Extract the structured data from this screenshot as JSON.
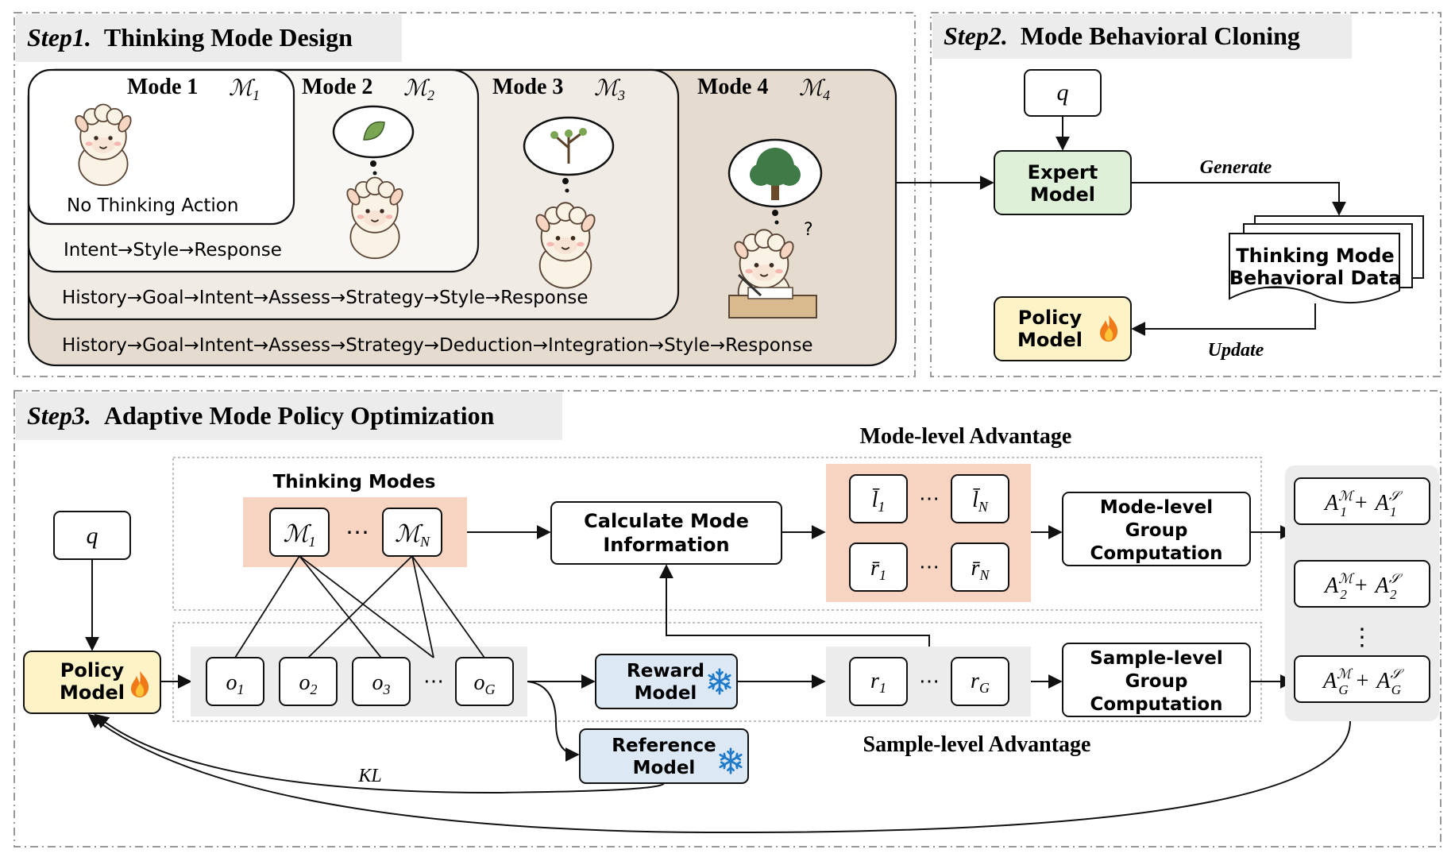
{
  "step1": {
    "title_prefix": "Step1.",
    "title_text": "Thinking Mode Design",
    "modes": [
      {
        "label": "Mode 1",
        "symbol": "ℳ",
        "sub": "1",
        "chain": "No Thinking Action"
      },
      {
        "label": "Mode 2",
        "symbol": "ℳ",
        "sub": "2",
        "chain": "Intent→Style→Response"
      },
      {
        "label": "Mode 3",
        "symbol": "ℳ",
        "sub": "3",
        "chain": "History→Goal→Intent→Assess→Strategy→Style→Response"
      },
      {
        "label": "Mode 4",
        "symbol": "ℳ",
        "sub": "4",
        "chain": "History→Goal→Intent→Assess→Strategy→Deduction→Integration→Style→Response"
      }
    ]
  },
  "step2": {
    "title_prefix": "Step2.",
    "title_text": "Mode Behavioral Cloning",
    "query": "q",
    "expert_line1": "Expert",
    "expert_line2": "Model",
    "generate": "Generate",
    "data_line1": "Thinking Mode",
    "data_line2": "Behavioral Data",
    "policy_line1": "Policy",
    "policy_line2": "Model",
    "update": "Update"
  },
  "step3": {
    "title_prefix": "Step3.",
    "title_text": "Adaptive Mode Policy Optimization",
    "query": "q",
    "policy_line1": "Policy",
    "policy_line2": "Model",
    "thinking_modes": "Thinking Modes",
    "mode_first": "ℳ",
    "mode_first_sub": "1",
    "mode_last": "ℳ",
    "mode_last_sub": "N",
    "dots": "⋯",
    "outputs": [
      {
        "base": "o",
        "sub": "1"
      },
      {
        "base": "o",
        "sub": "2"
      },
      {
        "base": "o",
        "sub": "3"
      },
      {
        "base": "o",
        "sub": "G"
      }
    ],
    "calc_line1": "Calculate Mode",
    "calc_line2": "Information",
    "mode_adv_title": "Mode-level Advantage",
    "lbar_1": "l̄",
    "lbar_1_sub": "1",
    "lbar_n": "l̄",
    "lbar_n_sub": "N",
    "rbar_1": "r̄",
    "rbar_1_sub": "1",
    "rbar_n": "r̄",
    "rbar_n_sub": "N",
    "mode_group_line1": "Mode-level",
    "mode_group_line2": "Group",
    "mode_group_line3": "Computation",
    "reward_line1": "Reward",
    "reward_line2": "Model",
    "r_first": "r",
    "r_first_sub": "1",
    "r_last": "r",
    "r_last_sub": "G",
    "sample_group_line1": "Sample-level",
    "sample_group_line2": "Group",
    "sample_group_line3": "Computation",
    "sample_adv_title": "Sample-level Advantage",
    "ref_line1": "Reference",
    "ref_line2": "Model",
    "kl": "KL",
    "adv_rows": [
      {
        "sub": "1"
      },
      {
        "sub": "2"
      },
      {
        "sub": "G"
      }
    ],
    "vdots": "⋮",
    "adv_A": "A",
    "adv_M": "ℳ",
    "adv_S": "𝒮",
    "adv_plus": "+"
  },
  "colors": {
    "expert_fill": "#dff0d8",
    "policy_fill": "#fdf3c7",
    "frozen_fill": "#dce9f5",
    "mode_pink": "#f7d4c2",
    "gray_panel": "#ececec",
    "mode4_fill": "#e5dbcf",
    "mode3_fill": "#f0ebe4",
    "mode2_fill": "#f9f7f3",
    "snow": "#1f7bc9",
    "flame": "#f07a1a"
  }
}
